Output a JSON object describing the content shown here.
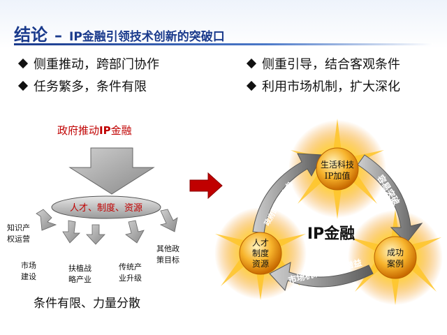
{
  "title": {
    "main": "结论",
    "dash": "–",
    "sub": "IP金融引领技术创新的突破口"
  },
  "bullets_left": [
    "侧重推动，跨部门协作",
    "任务繁多，条件有限"
  ],
  "bullets_right": [
    "侧重引导，结合客观条件",
    "利用市场机制，扩大深化"
  ],
  "left_diagram": {
    "top_label_a": "政府推动",
    "top_label_b": "IP",
    "top_label_c": "金融",
    "ellipse_label": "人才、制度、资源",
    "branches": [
      {
        "line1": "知识产",
        "line2": "权运营"
      },
      {
        "line1": "市场",
        "line2": "建设"
      },
      {
        "line1": "扶植战",
        "line2": "略产业"
      },
      {
        "line1": "传统产",
        "line2": "业升级"
      },
      {
        "line1": "其他政",
        "line2": "策目标"
      }
    ],
    "bottom_text": "条件有限、力量分散"
  },
  "right_diagram": {
    "center": "IP金融",
    "node_top": {
      "line1": "生活科技",
      "line2": "IP加值"
    },
    "node_right": {
      "line1": "成功",
      "line2": "案例"
    },
    "node_left": {
      "line1": "人才",
      "line2": "制度",
      "line3": "资源"
    },
    "arc_right": "容易突破",
    "arc_bottom": "市场机制，反馈增益",
    "arc_left": "政府的引导方向"
  },
  "colors": {
    "title_blue": "#1a3a8c",
    "gov_red": "#c00000",
    "arrow_gray": "#9a9a9a",
    "sun_orange": "#f0a020",
    "red_arrow": "#c00000"
  }
}
